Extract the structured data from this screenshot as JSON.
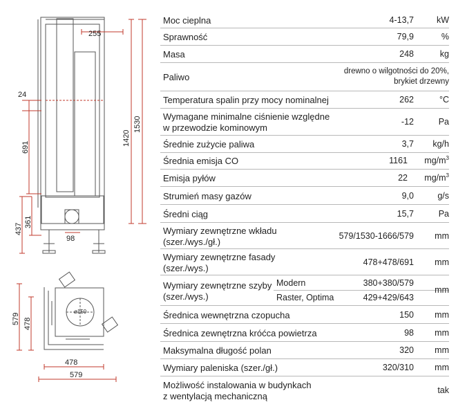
{
  "dimensions": {
    "front": [
      "255",
      "24",
      "691",
      "1420",
      "1530",
      "437",
      "361",
      "98"
    ],
    "top": [
      "579",
      "478",
      "ø150",
      "478",
      "579"
    ]
  },
  "specs": [
    {
      "label": "Moc cieplna",
      "value": "4-13,7",
      "unit": "kW"
    },
    {
      "label": "Sprawność",
      "value": "79,9",
      "unit": "%"
    },
    {
      "label": "Masa",
      "value": "248",
      "unit": "kg"
    },
    {
      "label": "Paliwo",
      "value_lines": [
        "drewno o wilgotności do 20%,",
        "brykiet drzewny"
      ],
      "unit": ""
    },
    {
      "label": "Temperatura spalin przy mocy nominalnej",
      "value": "262",
      "unit": "°C"
    },
    {
      "label_lines": [
        "Wymagane minimalne ciśnienie względne",
        "w przewodzie kominowym"
      ],
      "value": "-12",
      "unit": "Pa"
    },
    {
      "label": "Średnie zużycie paliwa",
      "value": "3,7",
      "unit": "kg/h"
    },
    {
      "label": "Średnia emisja CO",
      "value": "1161",
      "unit": "mg/m",
      "unit_sup": "3"
    },
    {
      "label": "Emisja pyłów",
      "value": "22",
      "unit": "mg/m",
      "unit_sup": "3"
    },
    {
      "label": "Strumień masy gazów",
      "value": "9,0",
      "unit": "g/s"
    },
    {
      "label": "Średni ciąg",
      "value": "15,7",
      "unit": "Pa"
    },
    {
      "label_lines": [
        "Wymiary zewnętrzne wkładu",
        "(szer./wys./gł.)"
      ],
      "value": "579/1530-1666/579",
      "unit": "mm"
    },
    {
      "label_lines": [
        "Wymiary zewnętrzne fasady",
        "(szer./wys.)"
      ],
      "value": "478+478/691",
      "unit": "mm"
    },
    {
      "label_lines": [
        "Wymiary zewnętrzne szyby",
        "(szer./wys.)"
      ],
      "sub": [
        {
          "name": "Modern",
          "value": "380+380/579"
        },
        {
          "name": "Raster, Optima",
          "value": "429+429/643"
        }
      ],
      "unit": "mm"
    },
    {
      "label": "Średnica wewnętrzna czopucha",
      "value": "150",
      "unit": "mm"
    },
    {
      "label": "Średnica zewnętrzna króćca powietrza",
      "value": "98",
      "unit": "mm"
    },
    {
      "label": "Maksymalna długość polan",
      "value": "320",
      "unit": "mm"
    },
    {
      "label": "Wymiary paleniska (szer./gł.)",
      "value": "320/310",
      "unit": "mm"
    },
    {
      "label_lines": [
        "Możliwość instalowania w budynkach",
        "z wentylacją mechaniczną"
      ],
      "value": "",
      "unit": "tak"
    }
  ]
}
